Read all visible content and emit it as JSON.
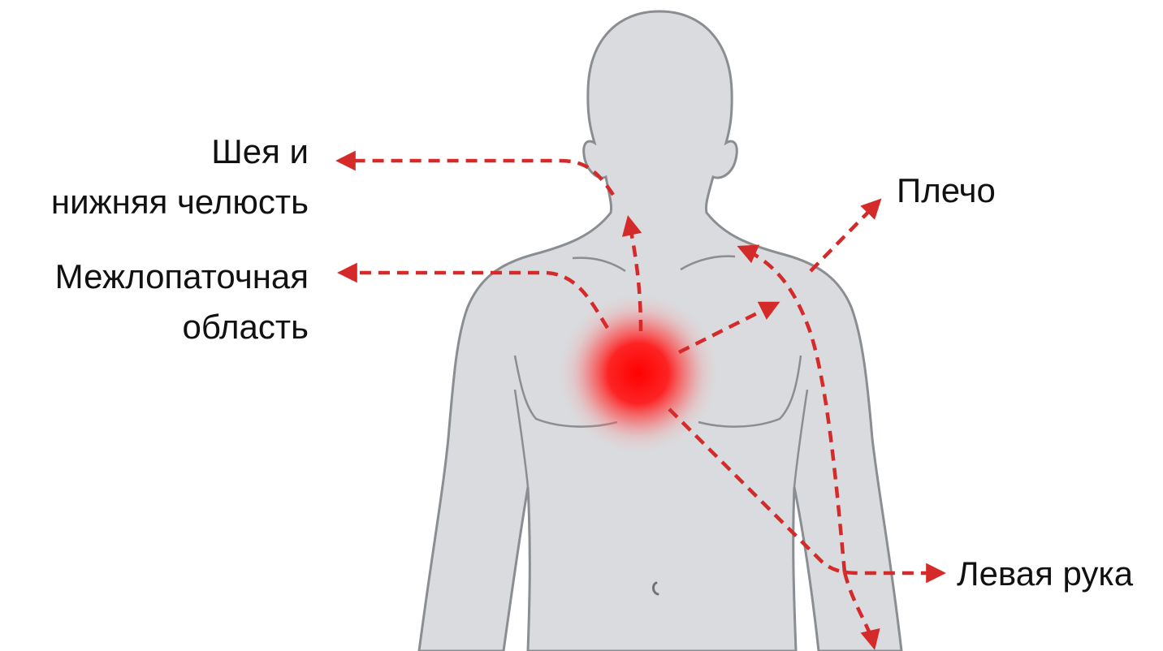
{
  "labels": {
    "neck_jaw": [
      "Шея и",
      "нижняя челюсть"
    ],
    "interscapular": [
      "Межлопаточная",
      "область"
    ],
    "shoulder": "Плечо",
    "left_arm": "Левая рука"
  },
  "icons": {
    "body": "human-torso-silhouette",
    "pain_source": "chest-pain-glow",
    "arrows": "dashed-arrow"
  },
  "colors": {
    "body_fill": "#d9dbde",
    "body_outline": "#8a8d91",
    "pain": "#ff1a1a",
    "arrow": "#d42a2a",
    "text": "#111111"
  }
}
